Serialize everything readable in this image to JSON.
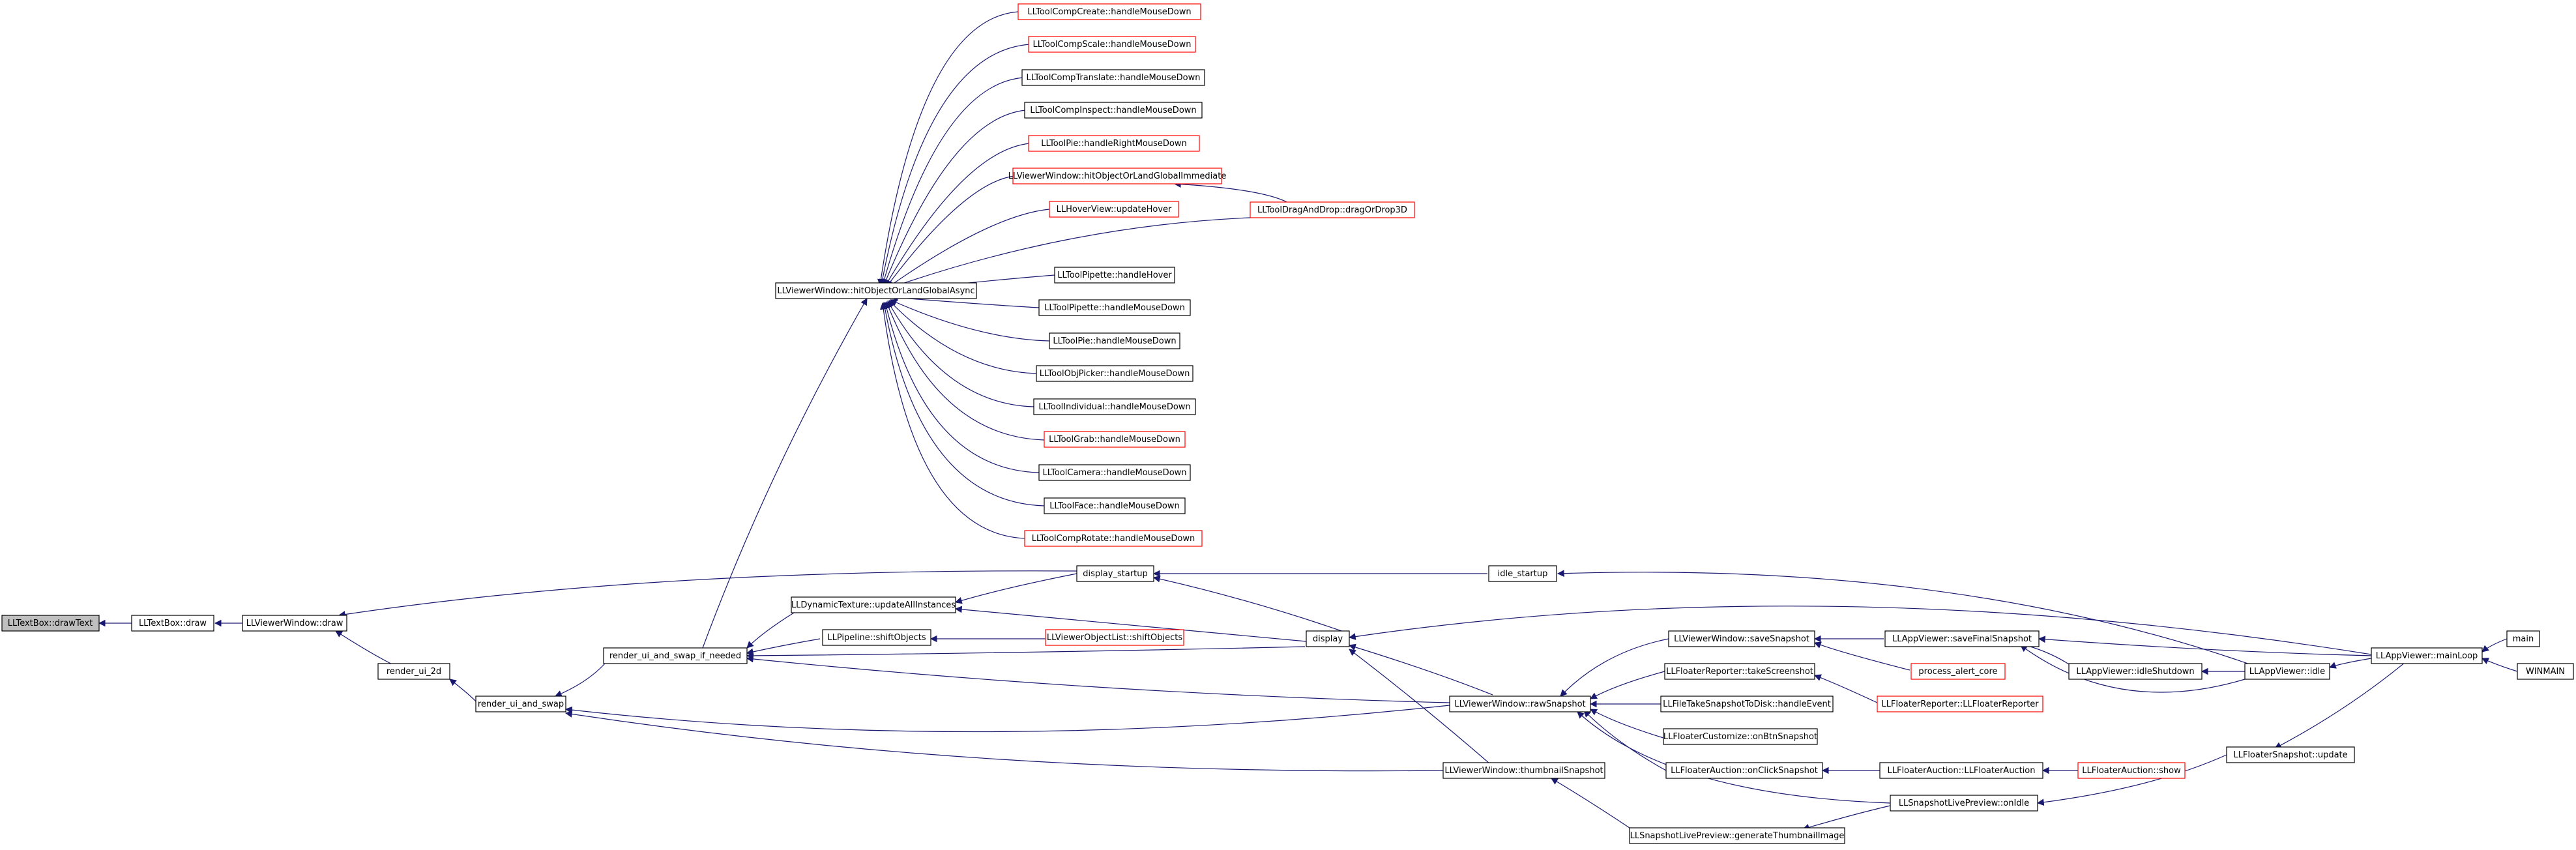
{
  "colors": {
    "edge": "#191970",
    "border_black": "#000000",
    "border_red": "#ff0000",
    "root_fill": "#bfbfbf",
    "background": "#ffffff"
  },
  "nodes": {
    "drawText": "LLTextBox::drawText",
    "textboxDraw": "LLTextBox::draw",
    "viewerWindowDraw": "LLViewerWindow::draw",
    "renderUi2d": "render_ui_2d",
    "renderUiAndSwap": "render_ui_and_swap",
    "renderUiAndSwapIfNeeded": "render_ui_and_swap_if_needed",
    "hitObjectOrLandGlobalAsync": "LLViewerWindow::hitObjectOrLandGlobalAsync",
    "compCreate": "LLToolCompCreate::handleMouseDown",
    "compScale": "LLToolCompScale::handleMouseDown",
    "compTranslate": "LLToolCompTranslate::handleMouseDown",
    "compInspect": "LLToolCompInspect::handleMouseDown",
    "pieRight": "LLToolPie::handleRightMouseDown",
    "hitImmediate": "LLViewerWindow::hitObjectOrLandGlobalImmediate",
    "hoverUpdate": "LLHoverView::updateHover",
    "dragOrDrop": "LLToolDragAndDrop::dragOrDrop3D",
    "pipetteHover": "LLToolPipette::handleHover",
    "pipetteDown": "LLToolPipette::handleMouseDown",
    "pieDown": "LLToolPie::handleMouseDown",
    "objPicker": "LLToolObjPicker::handleMouseDown",
    "individual": "LLToolIndividual::handleMouseDown",
    "grab": "LLToolGrab::handleMouseDown",
    "camera": "LLToolCamera::handleMouseDown",
    "face": "LLToolFace::handleMouseDown",
    "compRotate": "LLToolCompRotate::handleMouseDown",
    "dynTexture": "LLDynamicTexture::updateAllInstances",
    "displayStartup": "display_startup",
    "idleStartup": "idle_startup",
    "pipelineShift": "LLPipeline::shiftObjects",
    "objListShift": "LLViewerObjectList::shiftObjects",
    "display": "display",
    "saveSnapshot": "LLViewerWindow::saveSnapshot",
    "saveFinalSnapshot": "LLAppViewer::saveFinalSnapshot",
    "takeScreenshot": "LLFloaterReporter::takeScreenshot",
    "processAlertCore": "process_alert_core",
    "rawSnapshot": "LLViewerWindow::rawSnapshot",
    "fileTakeSnapshot": "LLFileTakeSnapshotToDisk::handleEvent",
    "floaterReporterCtor": "LLFloaterReporter::LLFloaterReporter",
    "customizeSnapshot": "LLFloaterCustomize::onBtnSnapshot",
    "auctionClick": "LLFloaterAuction::onClickSnapshot",
    "auctionCtor": "LLFloaterAuction::LLFloaterAuction",
    "auctionShow": "LLFloaterAuction::show",
    "thumbnailSnapshot": "LLViewerWindow::thumbnailSnapshot",
    "floaterSnapshotUpdate": "LLFloaterSnapshot::update",
    "livePreviewOnIdle": "LLSnapshotLivePreview::onIdle",
    "generateThumb": "LLSnapshotLivePreview::generateThumbnailImage",
    "idleShutdown": "LLAppViewer::idleShutdown",
    "appIdle": "LLAppViewer::idle",
    "mainLoop": "LLAppViewer::mainLoop",
    "main": "main",
    "winmain": "WINMAIN"
  }
}
